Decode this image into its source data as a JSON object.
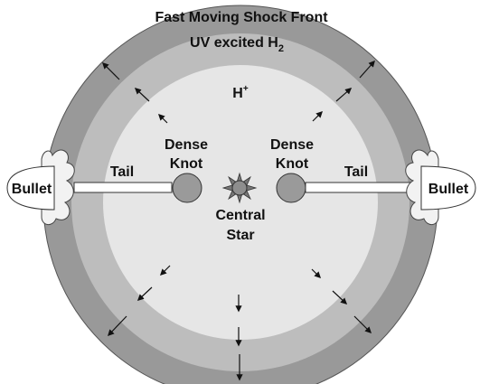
{
  "labels": {
    "shock_front": "Fast Moving Shock Front",
    "uv_prefix": "UV excited H",
    "uv_subscript": "2",
    "h_ion_base": "H",
    "h_ion_sup": "+",
    "dense_knot_line1": "Dense",
    "dense_knot_line2": "Knot",
    "tail": "Tail",
    "bullet": "Bullet",
    "central_star_line1": "Central",
    "central_star_line2": "Star"
  },
  "colors": {
    "outer_ring": "#999999",
    "middle_ring": "#bdbdbd",
    "inner_disk": "#e6e6e6",
    "knot_fill": "#9a9a9a",
    "star_fill": "#8e8e8e",
    "tail_fill": "#ffffff",
    "bullet_fill": "#ffffff",
    "cloud_fill": "#f2f2f2",
    "stroke": "#333333"
  },
  "icons": [
    "central-star-icon",
    "bow-shock-cloud-icon"
  ]
}
